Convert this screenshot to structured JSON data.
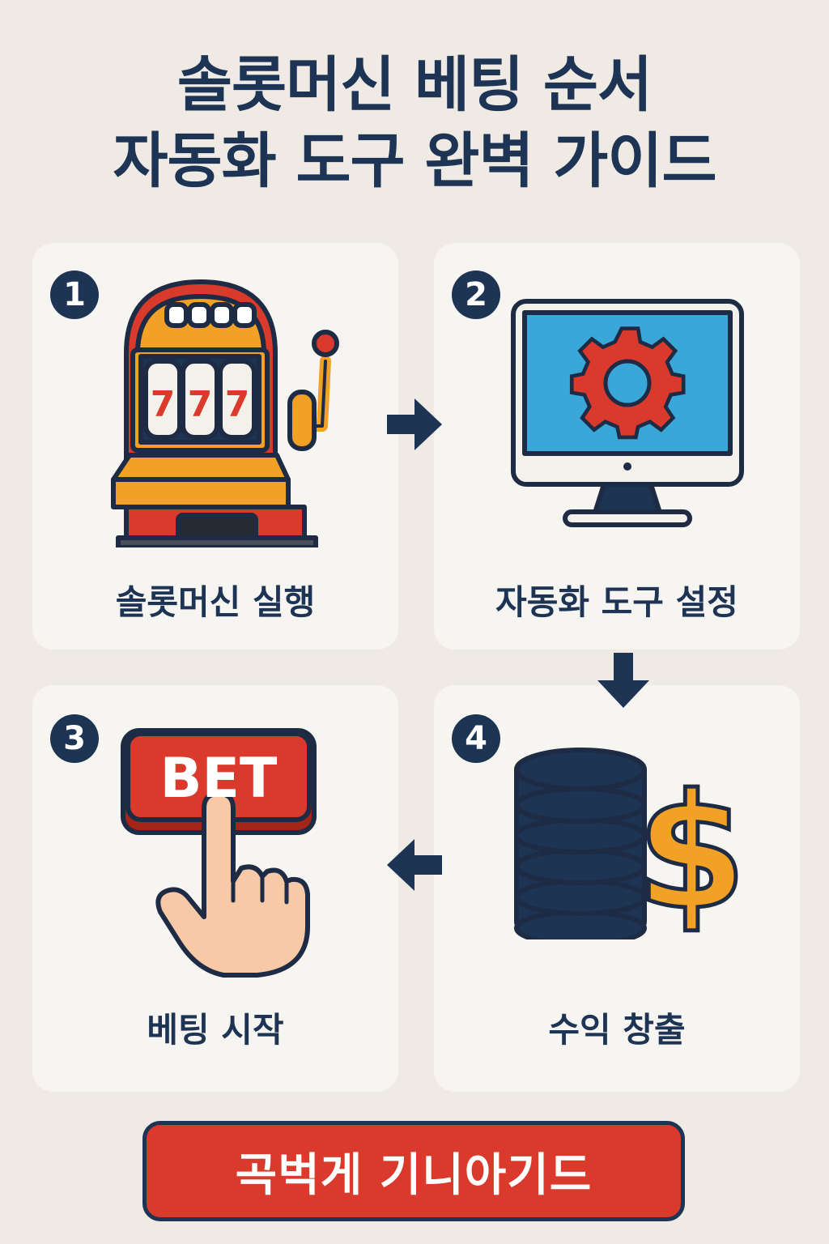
{
  "title": {
    "line1": "솔롯머신 베팅 순서",
    "line2": "자동화 도구 완벽 가이드"
  },
  "steps": [
    {
      "number": "1",
      "label": "솔롯머신 실행",
      "icon": "slot-machine-icon",
      "reels": [
        "7",
        "7",
        "7"
      ]
    },
    {
      "number": "2",
      "label": "자동화 도구 설정",
      "icon": "monitor-gear-icon"
    },
    {
      "number": "3",
      "label": "베팅 시작",
      "icon": "bet-button-hand-icon",
      "button_text": "BET"
    },
    {
      "number": "4",
      "label": "수익 창출",
      "icon": "coins-dollar-icon",
      "symbol": "$"
    }
  ],
  "cta": {
    "label": "곡벅게 기니아기드"
  },
  "colors": {
    "background": "#efebe4",
    "card": "#f7f5f1",
    "navy": "#1d3454",
    "red": "#d93a2b",
    "orange": "#f2a127",
    "screen_blue": "#3aa7d9"
  }
}
